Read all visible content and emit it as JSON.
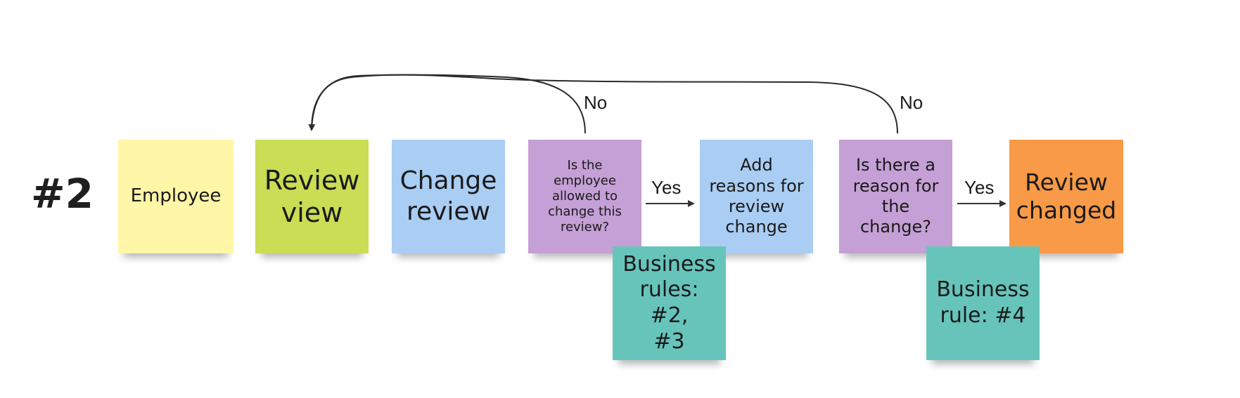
{
  "board_id": "#2",
  "stickies": [
    {
      "id": "employee",
      "text": "Employee",
      "color": "#fff6a8"
    },
    {
      "id": "review-view",
      "text": "Review\nview",
      "color": "#c9dd55"
    },
    {
      "id": "change-review",
      "text": "Change\nreview",
      "color": "#a9cdf3"
    },
    {
      "id": "is-allowed",
      "text": "Is the\nemployee\nallowed to\nchange this\nreview?",
      "color": "#c4a0d6"
    },
    {
      "id": "add-reasons",
      "text": "Add\nreasons for\nreview\nchange",
      "color": "#a9cdf3"
    },
    {
      "id": "is-reason",
      "text": "Is there a\nreason for\nthe\nchange?",
      "color": "#c4a0d6"
    },
    {
      "id": "review-changed",
      "text": "Review\nchanged",
      "color": "#f89a47"
    },
    {
      "id": "business-rules-2-3",
      "text": "Business\nrules: #2,\n#3",
      "color": "#67c4bb"
    },
    {
      "id": "business-rule-4",
      "text": "Business\nrule: #4",
      "color": "#67c4bb"
    }
  ],
  "connectors": {
    "yes_label_1": "Yes",
    "yes_label_2": "Yes",
    "no_label_1": "No",
    "no_label_2": "No"
  }
}
